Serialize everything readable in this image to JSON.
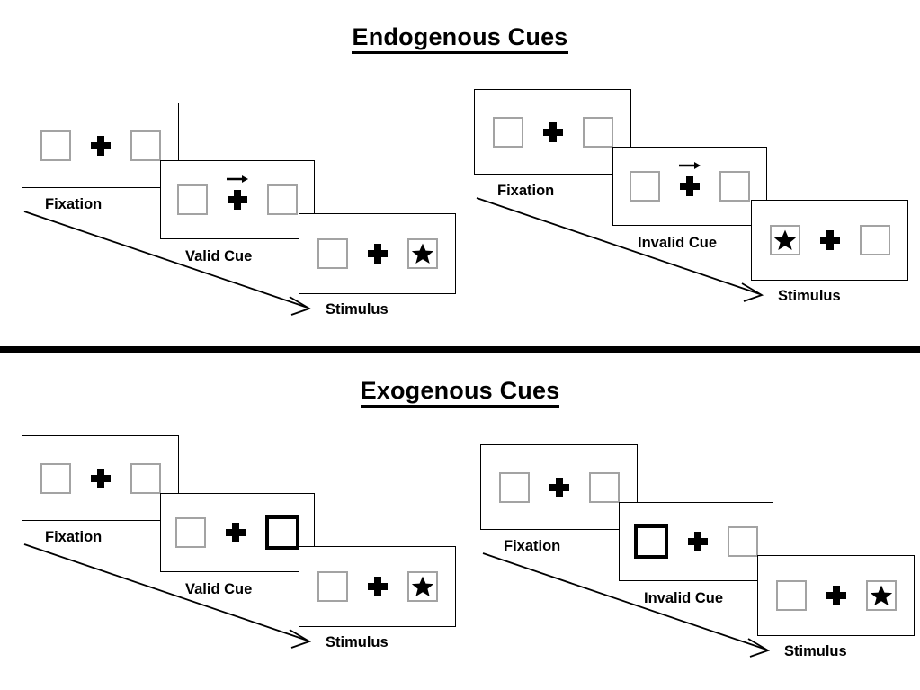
{
  "figure": {
    "sections": [
      {
        "id": "endogenous",
        "title": "Endogenous Cues",
        "cue_type": "central-arrow",
        "groups": [
          {
            "id": "endo-valid",
            "validity": "valid",
            "stages": [
              {
                "name": "fixation",
                "label": "Fixation",
                "left_box": "empty",
                "right_box": "empty",
                "center": "plus"
              },
              {
                "name": "cue",
                "label": "Valid Cue",
                "left_box": "empty",
                "right_box": "empty",
                "center": "plus-with-arrow",
                "arrow_direction": "right"
              },
              {
                "name": "stimulus",
                "label": "Stimulus",
                "left_box": "empty",
                "right_box": "star",
                "center": "plus"
              }
            ]
          },
          {
            "id": "endo-invalid",
            "validity": "invalid",
            "stages": [
              {
                "name": "fixation",
                "label": "Fixation",
                "left_box": "empty",
                "right_box": "empty",
                "center": "plus"
              },
              {
                "name": "cue",
                "label": "Invalid Cue",
                "left_box": "empty",
                "right_box": "empty",
                "center": "plus-with-arrow",
                "arrow_direction": "right"
              },
              {
                "name": "stimulus",
                "label": "Stimulus",
                "left_box": "star",
                "right_box": "empty",
                "center": "plus"
              }
            ]
          }
        ]
      },
      {
        "id": "exogenous",
        "title": "Exogenous Cues",
        "cue_type": "peripheral-box-flash",
        "groups": [
          {
            "id": "exo-valid",
            "validity": "valid",
            "stages": [
              {
                "name": "fixation",
                "label": "Fixation",
                "left_box": "empty",
                "right_box": "empty",
                "center": "plus"
              },
              {
                "name": "cue",
                "label": "Valid Cue",
                "left_box": "empty",
                "right_box": "cued",
                "center": "plus"
              },
              {
                "name": "stimulus",
                "label": "Stimulus",
                "left_box": "empty",
                "right_box": "star",
                "center": "plus"
              }
            ]
          },
          {
            "id": "exo-invalid",
            "validity": "invalid",
            "stages": [
              {
                "name": "fixation",
                "label": "Fixation",
                "left_box": "empty",
                "right_box": "empty",
                "center": "plus"
              },
              {
                "name": "cue",
                "label": "Invalid Cue",
                "left_box": "cued",
                "right_box": "empty",
                "center": "plus"
              },
              {
                "name": "stimulus",
                "label": "Stimulus",
                "left_box": "empty",
                "right_box": "star",
                "center": "plus"
              }
            ]
          }
        ]
      }
    ],
    "icons": {
      "fixation_cross": "plus-icon",
      "cue_arrow": "arrow-right-icon",
      "target": "star-icon",
      "time_flow": "time-arrow-icon"
    },
    "colors": {
      "ink": "#000000",
      "box_border": "#a3a3a3",
      "panel_border": "#000000",
      "background": "#ffffff"
    }
  }
}
